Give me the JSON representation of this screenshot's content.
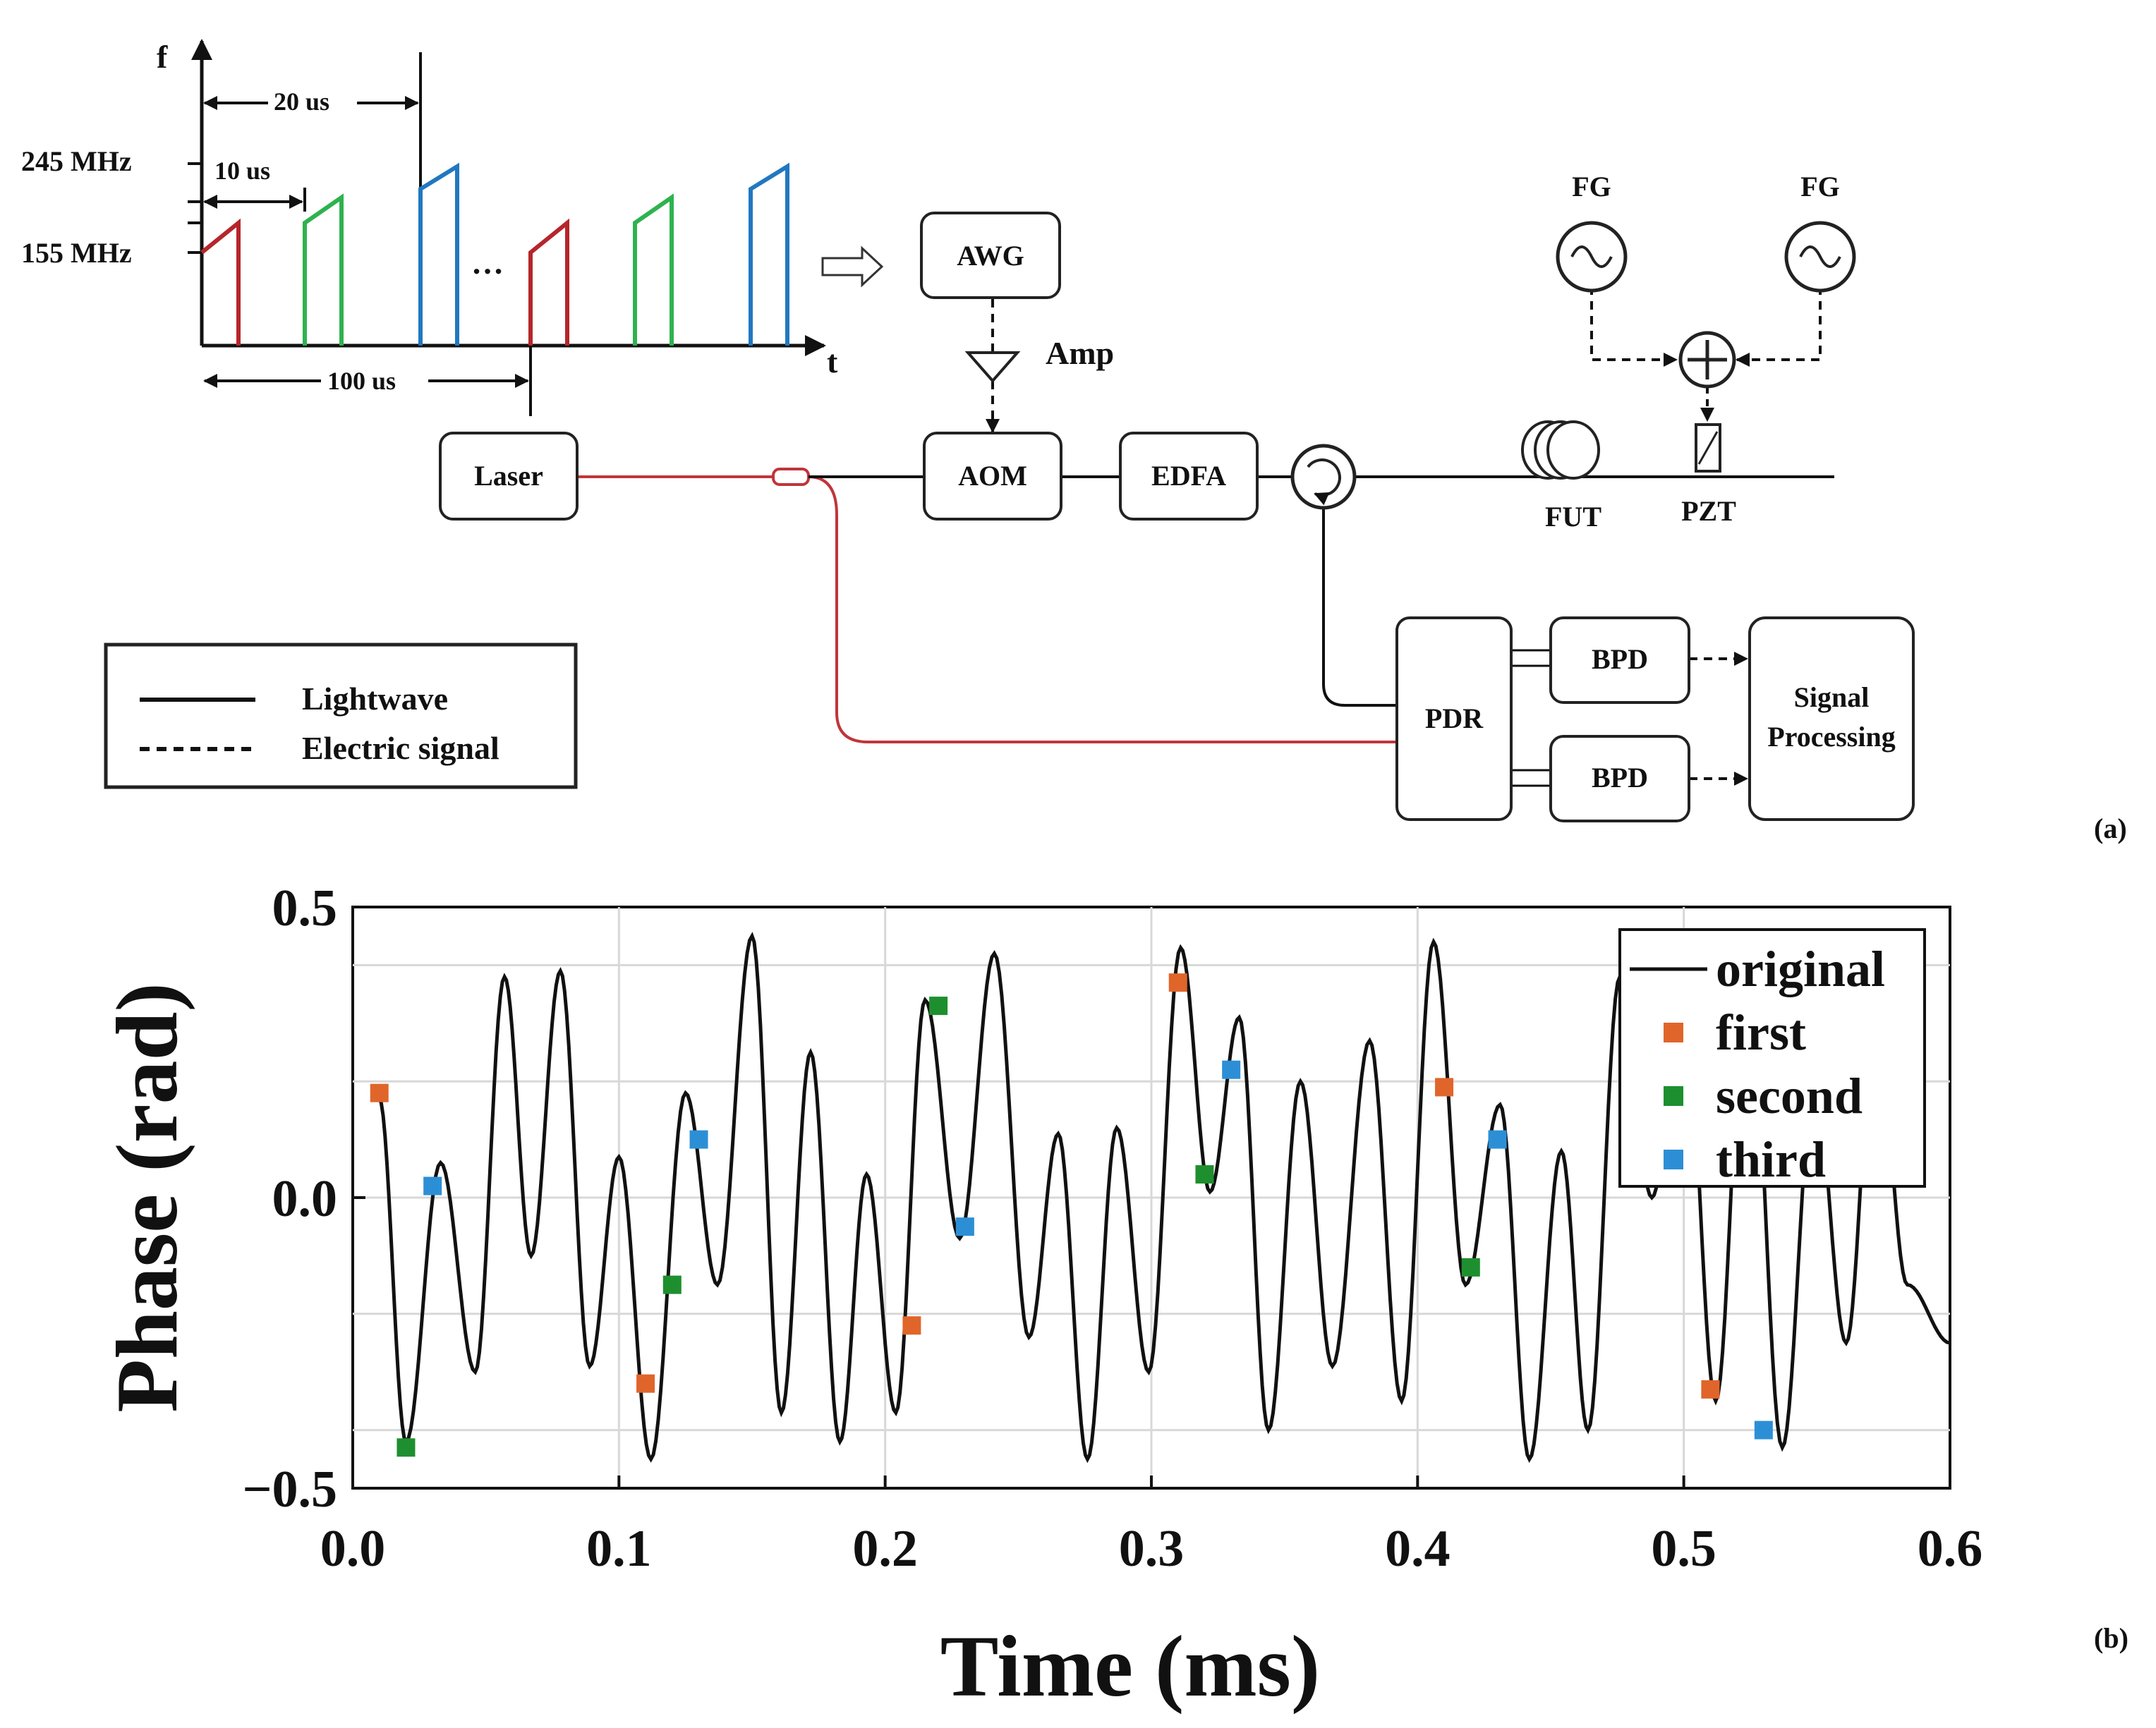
{
  "panel_a": {
    "panel_label": "(a)",
    "pulse_plot": {
      "axis_f": "f",
      "axis_t": "t",
      "freq_high": "245 MHz",
      "freq_low": "155 MHz",
      "interval_20": "20 us",
      "interval_10": "10 us",
      "interval_100": "100 us",
      "ellipsis": "…",
      "colors": {
        "first": "#b5262b",
        "second": "#2fb24f",
        "third": "#2178c0"
      }
    },
    "blocks": {
      "awg": "AWG",
      "amp": "Amp",
      "laser": "Laser",
      "aom": "AOM",
      "edfa": "EDFA",
      "fut": "FUT",
      "pzt": "PZT",
      "fg1": "FG",
      "fg2": "FG",
      "pdr": "PDR",
      "bpd1": "BPD",
      "bpd2": "BPD",
      "signal_processing_1": "Signal",
      "signal_processing_2": "Processing"
    },
    "legend": {
      "lightwave": "Lightwave",
      "electric": "Electric signal"
    }
  },
  "panel_b": {
    "panel_label": "(b)"
  },
  "chart_data": {
    "type": "line",
    "xlabel": "Time (ms)",
    "ylabel": "Phase (rad)",
    "xlim": [
      0.0,
      0.6
    ],
    "ylim": [
      -0.5,
      0.5
    ],
    "xticks": [
      "0.0",
      "0.1",
      "0.2",
      "0.3",
      "0.4",
      "0.5",
      "0.6"
    ],
    "yticks": [
      "0.5",
      "0.0",
      "−0.5"
    ],
    "grid": true,
    "legend_position": "top-right",
    "series": [
      {
        "name": "original",
        "style": "line",
        "color": "#111111",
        "x": [
          0.01,
          0.02,
          0.033,
          0.046,
          0.057,
          0.067,
          0.078,
          0.089,
          0.1,
          0.112,
          0.125,
          0.137,
          0.15,
          0.161,
          0.172,
          0.183,
          0.193,
          0.204,
          0.215,
          0.228,
          0.241,
          0.254,
          0.265,
          0.276,
          0.287,
          0.299,
          0.311,
          0.322,
          0.333,
          0.344,
          0.356,
          0.368,
          0.382,
          0.394,
          0.406,
          0.418,
          0.431,
          0.442,
          0.454,
          0.464,
          0.476,
          0.488,
          0.5,
          0.512,
          0.524,
          0.537,
          0.549,
          0.561,
          0.572,
          0.584,
          0.6
        ],
        "y": [
          0.17,
          -0.42,
          0.06,
          -0.3,
          0.38,
          -0.1,
          0.39,
          -0.29,
          0.07,
          -0.45,
          0.18,
          -0.15,
          0.45,
          -0.37,
          0.25,
          -0.42,
          0.04,
          -0.37,
          0.34,
          -0.07,
          0.42,
          -0.24,
          0.11,
          -0.45,
          0.12,
          -0.3,
          0.43,
          0.01,
          0.31,
          -0.4,
          0.2,
          -0.29,
          0.27,
          -0.35,
          0.44,
          -0.15,
          0.16,
          -0.45,
          0.08,
          -0.4,
          0.38,
          0.0,
          0.36,
          -0.35,
          0.42,
          -0.43,
          0.2,
          -0.25,
          0.31,
          -0.15,
          -0.25
        ]
      },
      {
        "name": "first",
        "style": "marker",
        "color": "#e0652b",
        "x": [
          0.01,
          0.11,
          0.21,
          0.31,
          0.41,
          0.51
        ],
        "y": [
          0.18,
          -0.32,
          -0.22,
          0.37,
          0.19,
          -0.33
        ]
      },
      {
        "name": "second",
        "style": "marker",
        "color": "#1e8f2e",
        "x": [
          0.02,
          0.12,
          0.22,
          0.32,
          0.42
        ],
        "y": [
          -0.43,
          -0.15,
          0.33,
          0.04,
          -0.12
        ]
      },
      {
        "name": "third",
        "style": "marker",
        "color": "#2c8fd6",
        "x": [
          0.03,
          0.13,
          0.23,
          0.33,
          0.43,
          0.53
        ],
        "y": [
          0.02,
          0.1,
          -0.05,
          0.22,
          0.1,
          -0.4
        ]
      }
    ]
  }
}
